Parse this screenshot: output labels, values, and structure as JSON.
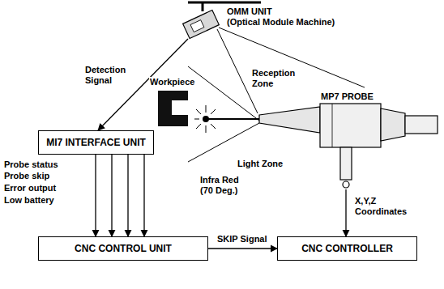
{
  "diagram": {
    "nodes": [
      {
        "text": [
          "OMM UNIT",
          "(Optical Module Machine)"
        ]
      },
      {
        "text": [
          "MP7 PROBE"
        ]
      },
      {
        "text": [
          "MI7 INTERFACE UNIT"
        ]
      },
      {
        "text": [
          "CNC CONTROL UNIT"
        ]
      },
      {
        "text": [
          "CNC CONTROLLER"
        ]
      }
    ],
    "edges": [
      {
        "from": 0,
        "to": 2,
        "label": "Detection Signal",
        "arrow": "to"
      },
      {
        "from": 2,
        "to": 3,
        "arrow": "to"
      },
      {
        "from": 2,
        "to": 3,
        "arrow": "to"
      },
      {
        "from": 2,
        "to": 3,
        "arrow": "to"
      },
      {
        "from": 2,
        "to": 3,
        "arrow": "to"
      },
      {
        "from": 3,
        "to": 4,
        "label": "SKIP Signal",
        "arrow": "to"
      },
      {
        "from": 1,
        "to": 4,
        "label": "X,Y,Z Coordinates",
        "arrow": "to"
      }
    ],
    "labels": [
      "Reception Zone",
      "Workpiece",
      "Light Zone",
      "Infra Red (70 Deg.)",
      "Probe status",
      "Probe skip",
      "Error output",
      "Low battery"
    ]
  }
}
